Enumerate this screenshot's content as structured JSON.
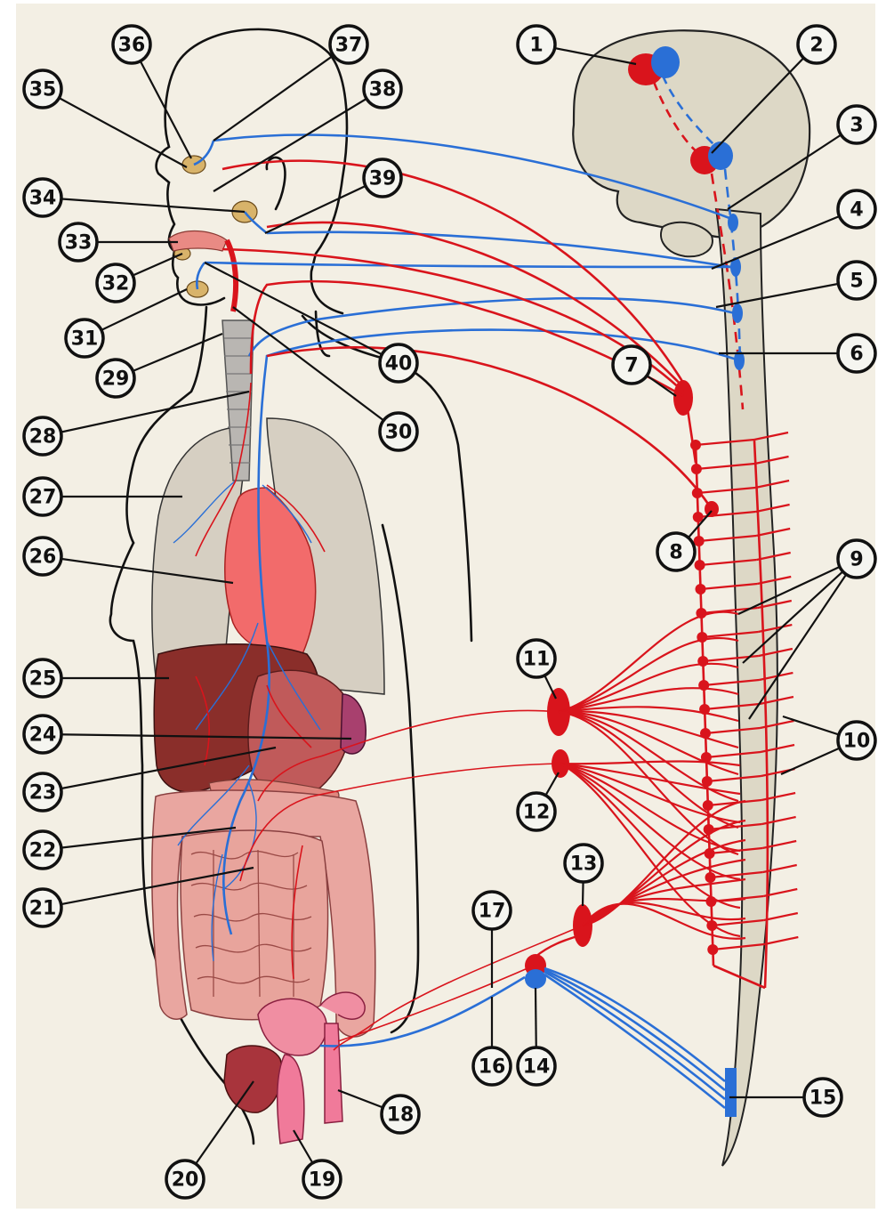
{
  "colors": {
    "background": "#f3efe4",
    "sympathetic": "#d9141c",
    "parasympathetic": "#2a6fd6",
    "brain": "#ddd8c6",
    "lung": "#d6cfc2",
    "heart": "#f26b6b",
    "liver": "#8a2e2a",
    "intestine": "#e9a6a0",
    "gland": "#d8b36a"
  },
  "callouts": [
    {
      "id": "c1",
      "label": "1"
    },
    {
      "id": "c2",
      "label": "2"
    },
    {
      "id": "c3",
      "label": "3"
    },
    {
      "id": "c4",
      "label": "4"
    },
    {
      "id": "c5",
      "label": "5"
    },
    {
      "id": "c6",
      "label": "6"
    },
    {
      "id": "c7",
      "label": "7"
    },
    {
      "id": "c8",
      "label": "8"
    },
    {
      "id": "c9",
      "label": "9"
    },
    {
      "id": "c10",
      "label": "10"
    },
    {
      "id": "c11",
      "label": "11"
    },
    {
      "id": "c12",
      "label": "12"
    },
    {
      "id": "c13",
      "label": "13"
    },
    {
      "id": "c14",
      "label": "14"
    },
    {
      "id": "c15",
      "label": "15"
    },
    {
      "id": "c16",
      "label": "16"
    },
    {
      "id": "c17",
      "label": "17"
    },
    {
      "id": "c18",
      "label": "18"
    },
    {
      "id": "c19",
      "label": "19"
    },
    {
      "id": "c20",
      "label": "20"
    },
    {
      "id": "c21",
      "label": "21"
    },
    {
      "id": "c22",
      "label": "22"
    },
    {
      "id": "c23",
      "label": "23"
    },
    {
      "id": "c24",
      "label": "24"
    },
    {
      "id": "c25",
      "label": "25"
    },
    {
      "id": "c26",
      "label": "26"
    },
    {
      "id": "c27",
      "label": "27"
    },
    {
      "id": "c28",
      "label": "28"
    },
    {
      "id": "c29",
      "label": "29"
    },
    {
      "id": "c30",
      "label": "30"
    },
    {
      "id": "c31",
      "label": "31"
    },
    {
      "id": "c32",
      "label": "32"
    },
    {
      "id": "c33",
      "label": "33"
    },
    {
      "id": "c34",
      "label": "34"
    },
    {
      "id": "c35",
      "label": "35"
    },
    {
      "id": "c36",
      "label": "36"
    },
    {
      "id": "c37",
      "label": "37"
    },
    {
      "id": "c38",
      "label": "38"
    },
    {
      "id": "c39",
      "label": "39"
    },
    {
      "id": "c40",
      "label": "40"
    }
  ]
}
